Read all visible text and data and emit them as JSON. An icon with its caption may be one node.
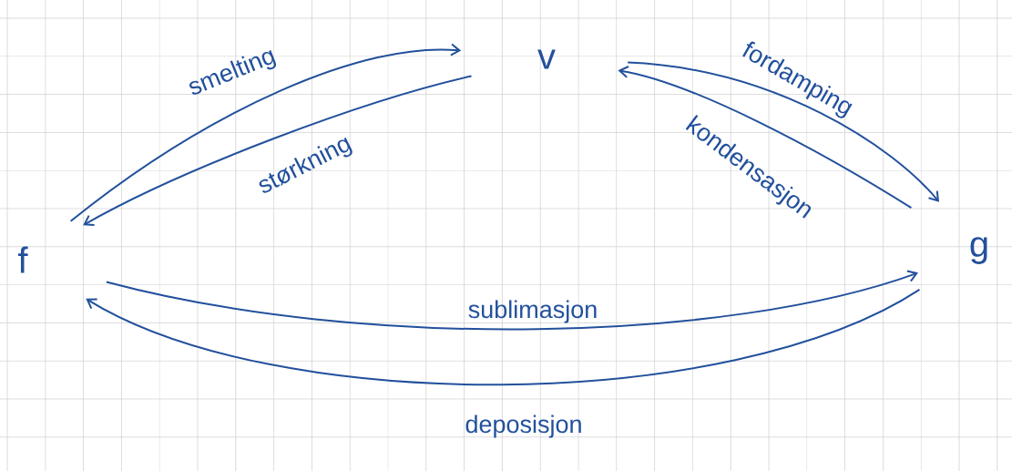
{
  "diagram": {
    "nodes": [
      {
        "text": [
          "f"
        ]
      },
      {
        "text": [
          "v"
        ]
      },
      {
        "text": [
          "g"
        ]
      }
    ],
    "edges": [
      {
        "from": 0,
        "to": 1,
        "arrow": "to",
        "label": "smelting"
      },
      {
        "from": 1,
        "to": 0,
        "arrow": "to",
        "label": "størkning"
      },
      {
        "from": 1,
        "to": 2,
        "arrow": "to",
        "label": "fordamping"
      },
      {
        "from": 2,
        "to": 1,
        "arrow": "to",
        "label": "kondensasjon"
      },
      {
        "from": 0,
        "to": 2,
        "arrow": "to",
        "label": "sublimasjon"
      },
      {
        "from": 2,
        "to": 0,
        "arrow": "to",
        "label": "deposisjon"
      }
    ]
  }
}
